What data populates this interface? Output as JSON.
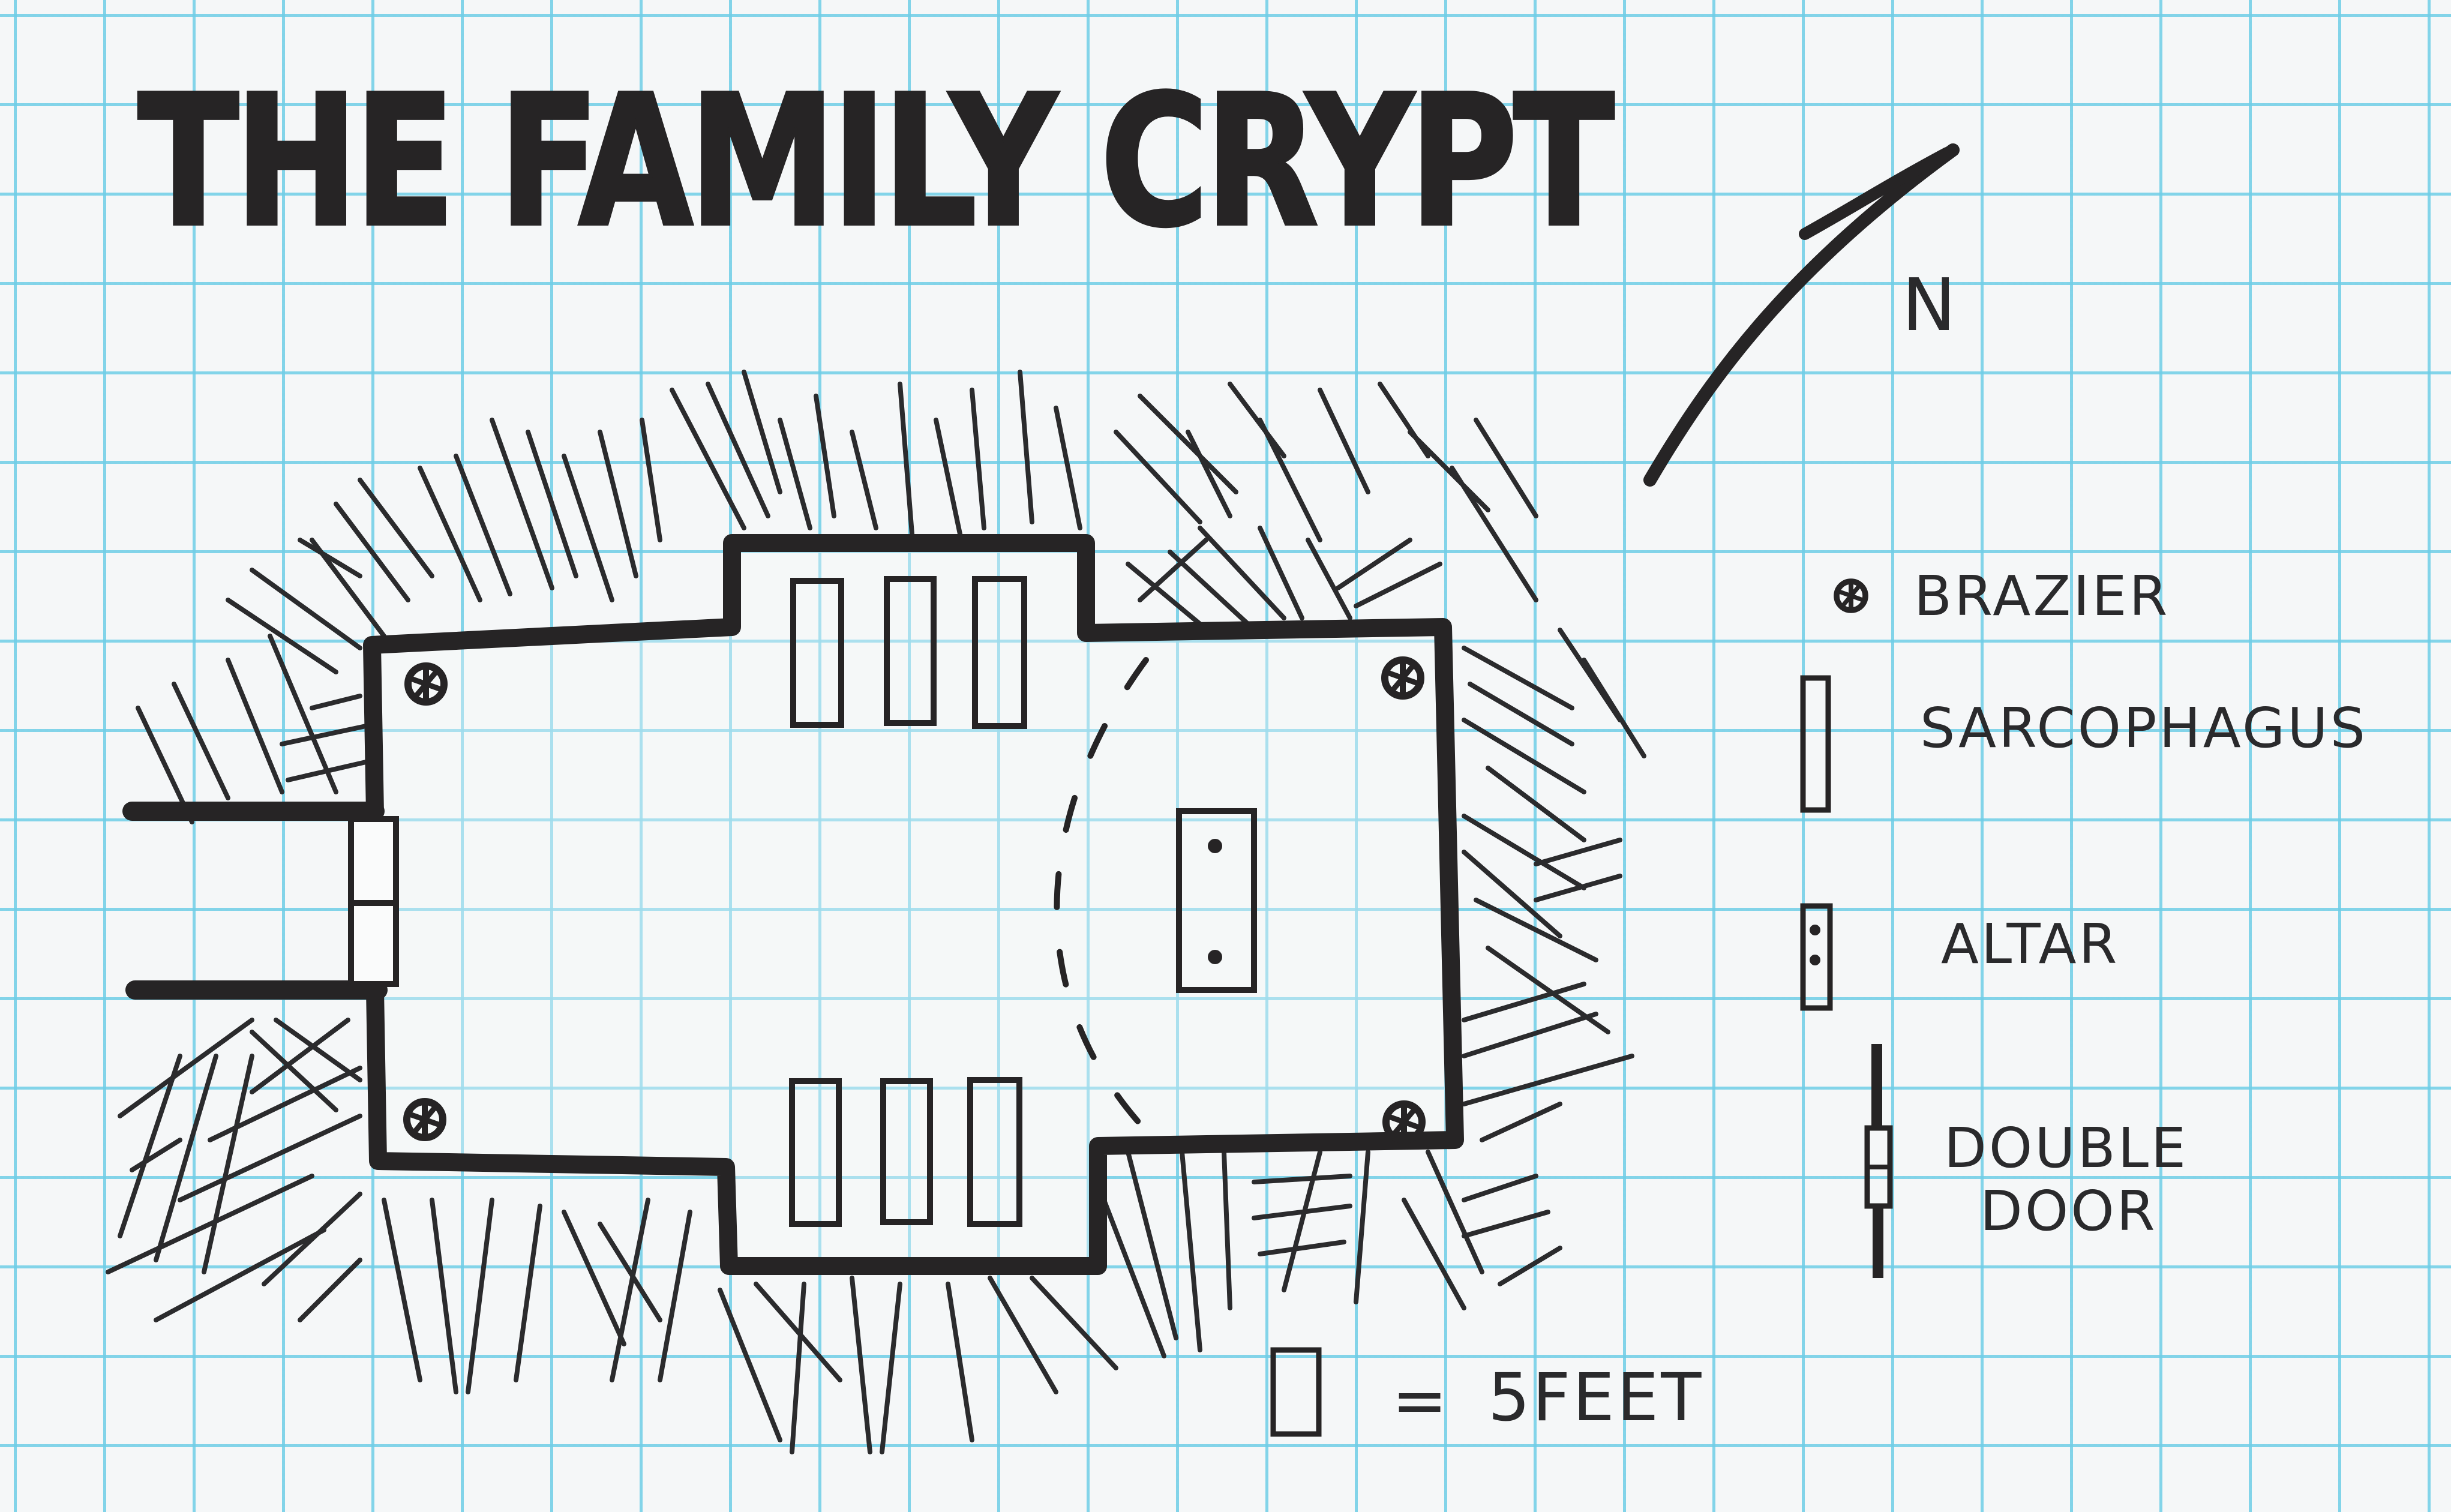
{
  "title": "THE FAMILY CRYPT",
  "compass": {
    "label": "N",
    "icon": "north-arrow-icon"
  },
  "legend": {
    "items": [
      {
        "icon": "brazier-icon",
        "label": "BRAZIER"
      },
      {
        "icon": "sarcophagus-icon",
        "label": "SARCOPHAGUS"
      },
      {
        "icon": "altar-icon",
        "label": "ALTAR"
      },
      {
        "icon": "double-door-icon",
        "label_line1": "DOUBLE",
        "label_line2": "DOOR"
      }
    ]
  },
  "scale": {
    "icon": "grid-square-icon",
    "equals": "=",
    "label": "5FEET"
  },
  "map": {
    "room": "crypt-chamber",
    "features": {
      "braziers": 4,
      "sarcophagi_north": 3,
      "sarcophagi_south": 3,
      "altars": 1,
      "double_doors": 1,
      "hidden_passage": "dashed-arc"
    }
  },
  "colors": {
    "ink": "#262425",
    "grid": "#6ecde6",
    "paper": "#f5f7f8"
  }
}
